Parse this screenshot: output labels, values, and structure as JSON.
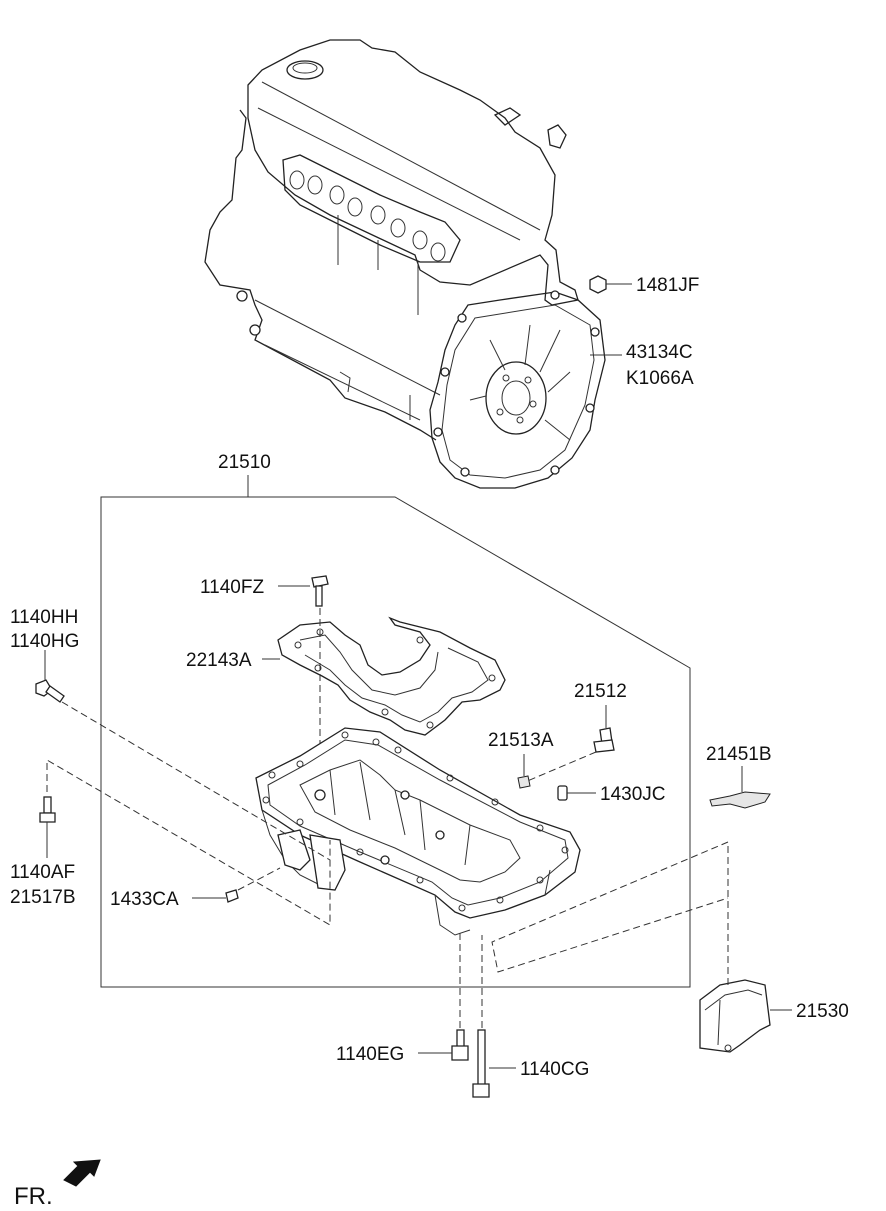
{
  "diagram": {
    "labels": {
      "p1481JF": "1481JF",
      "p43134C": "43134C",
      "pK1066A": "K1066A",
      "p21510": "21510",
      "p1140FZ": "1140FZ",
      "p1140HH": "1140HH",
      "p1140HG": "1140HG",
      "p22143A": "22143A",
      "p21512": "21512",
      "p21513A": "21513A",
      "p21451B": "21451B",
      "p1430JC": "1430JC",
      "p1140AF": "1140AF",
      "p21517B": "21517B",
      "p1433CA": "1433CA",
      "p21530": "21530",
      "p1140EG": "1140EG",
      "p1140CG": "1140CG"
    },
    "front_marker": "FR.",
    "icons": [
      "front-direction-arrow-icon"
    ]
  }
}
